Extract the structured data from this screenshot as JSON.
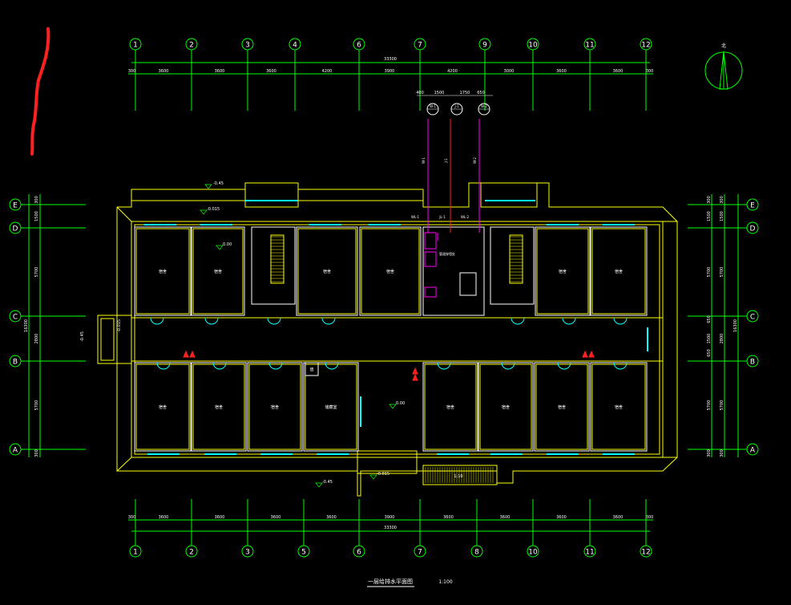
{
  "drawing": {
    "title": "一层给排水平面图",
    "scale": "1:100"
  },
  "grid": {
    "top_axes": [
      "1",
      "2",
      "3",
      "4",
      "6",
      "7",
      "9",
      "10",
      "11",
      "12"
    ],
    "bottom_axes": [
      "1",
      "2",
      "3",
      "5",
      "6",
      "7",
      "8",
      "10",
      "11",
      "12"
    ],
    "side_axes": [
      "E",
      "D",
      "C",
      "B",
      "A"
    ],
    "top_total": "33300",
    "bottom_total": "33300",
    "top_dims": [
      "300",
      "3600",
      "3600",
      "3600",
      "4200",
      "3900",
      "4200",
      "3000",
      "3600",
      "3600",
      "300"
    ],
    "bottom_dims": [
      "300",
      "3600",
      "3600",
      "3600",
      "3600",
      "3900",
      "3600",
      "3600",
      "3600",
      "3600",
      "300"
    ],
    "left_dims": [
      "300",
      "1500",
      "5700",
      "2800",
      "5700",
      "300"
    ],
    "left_total": "16300",
    "right_dims_inner": [
      "300",
      "1500",
      "5700",
      "1500",
      "5700",
      "300"
    ],
    "right_dims_outer": [
      "300",
      "1500",
      "5700",
      "2800",
      "5700",
      "300"
    ],
    "right_mid": [
      "650",
      "650"
    ],
    "right_total": "16300"
  },
  "pipes": {
    "dims": [
      "400",
      "1500",
      "1750",
      "650"
    ],
    "labels": [
      "W-1",
      "J-1",
      "W-2"
    ],
    "tags": [
      "WL-1",
      "JL-1",
      "WL-2"
    ],
    "vertical_labels": [
      "W-1",
      "J-1",
      "W-2"
    ],
    "note": "管道穿墙处"
  },
  "levels": {
    "outdoor": "-0.45",
    "entrance": "-0.015",
    "floor": "0.00",
    "top_left": "-0.45",
    "top_step": "-0.015",
    "west_step": "-0.015",
    "west_out": "-0.45",
    "bottom_step": "-0.015",
    "bottom_out": "-0.45"
  },
  "rooms": {
    "office": "宿舍",
    "utility": "储藏室",
    "small": "值",
    "stair": "1:10"
  },
  "north": {
    "label": "北"
  },
  "colors": {
    "wall": "#ffff00",
    "grid": "#00ff00",
    "pipe": "#ff00ff",
    "window": "#00ffff",
    "text": "#ffffff",
    "mark": "#ff2020"
  }
}
